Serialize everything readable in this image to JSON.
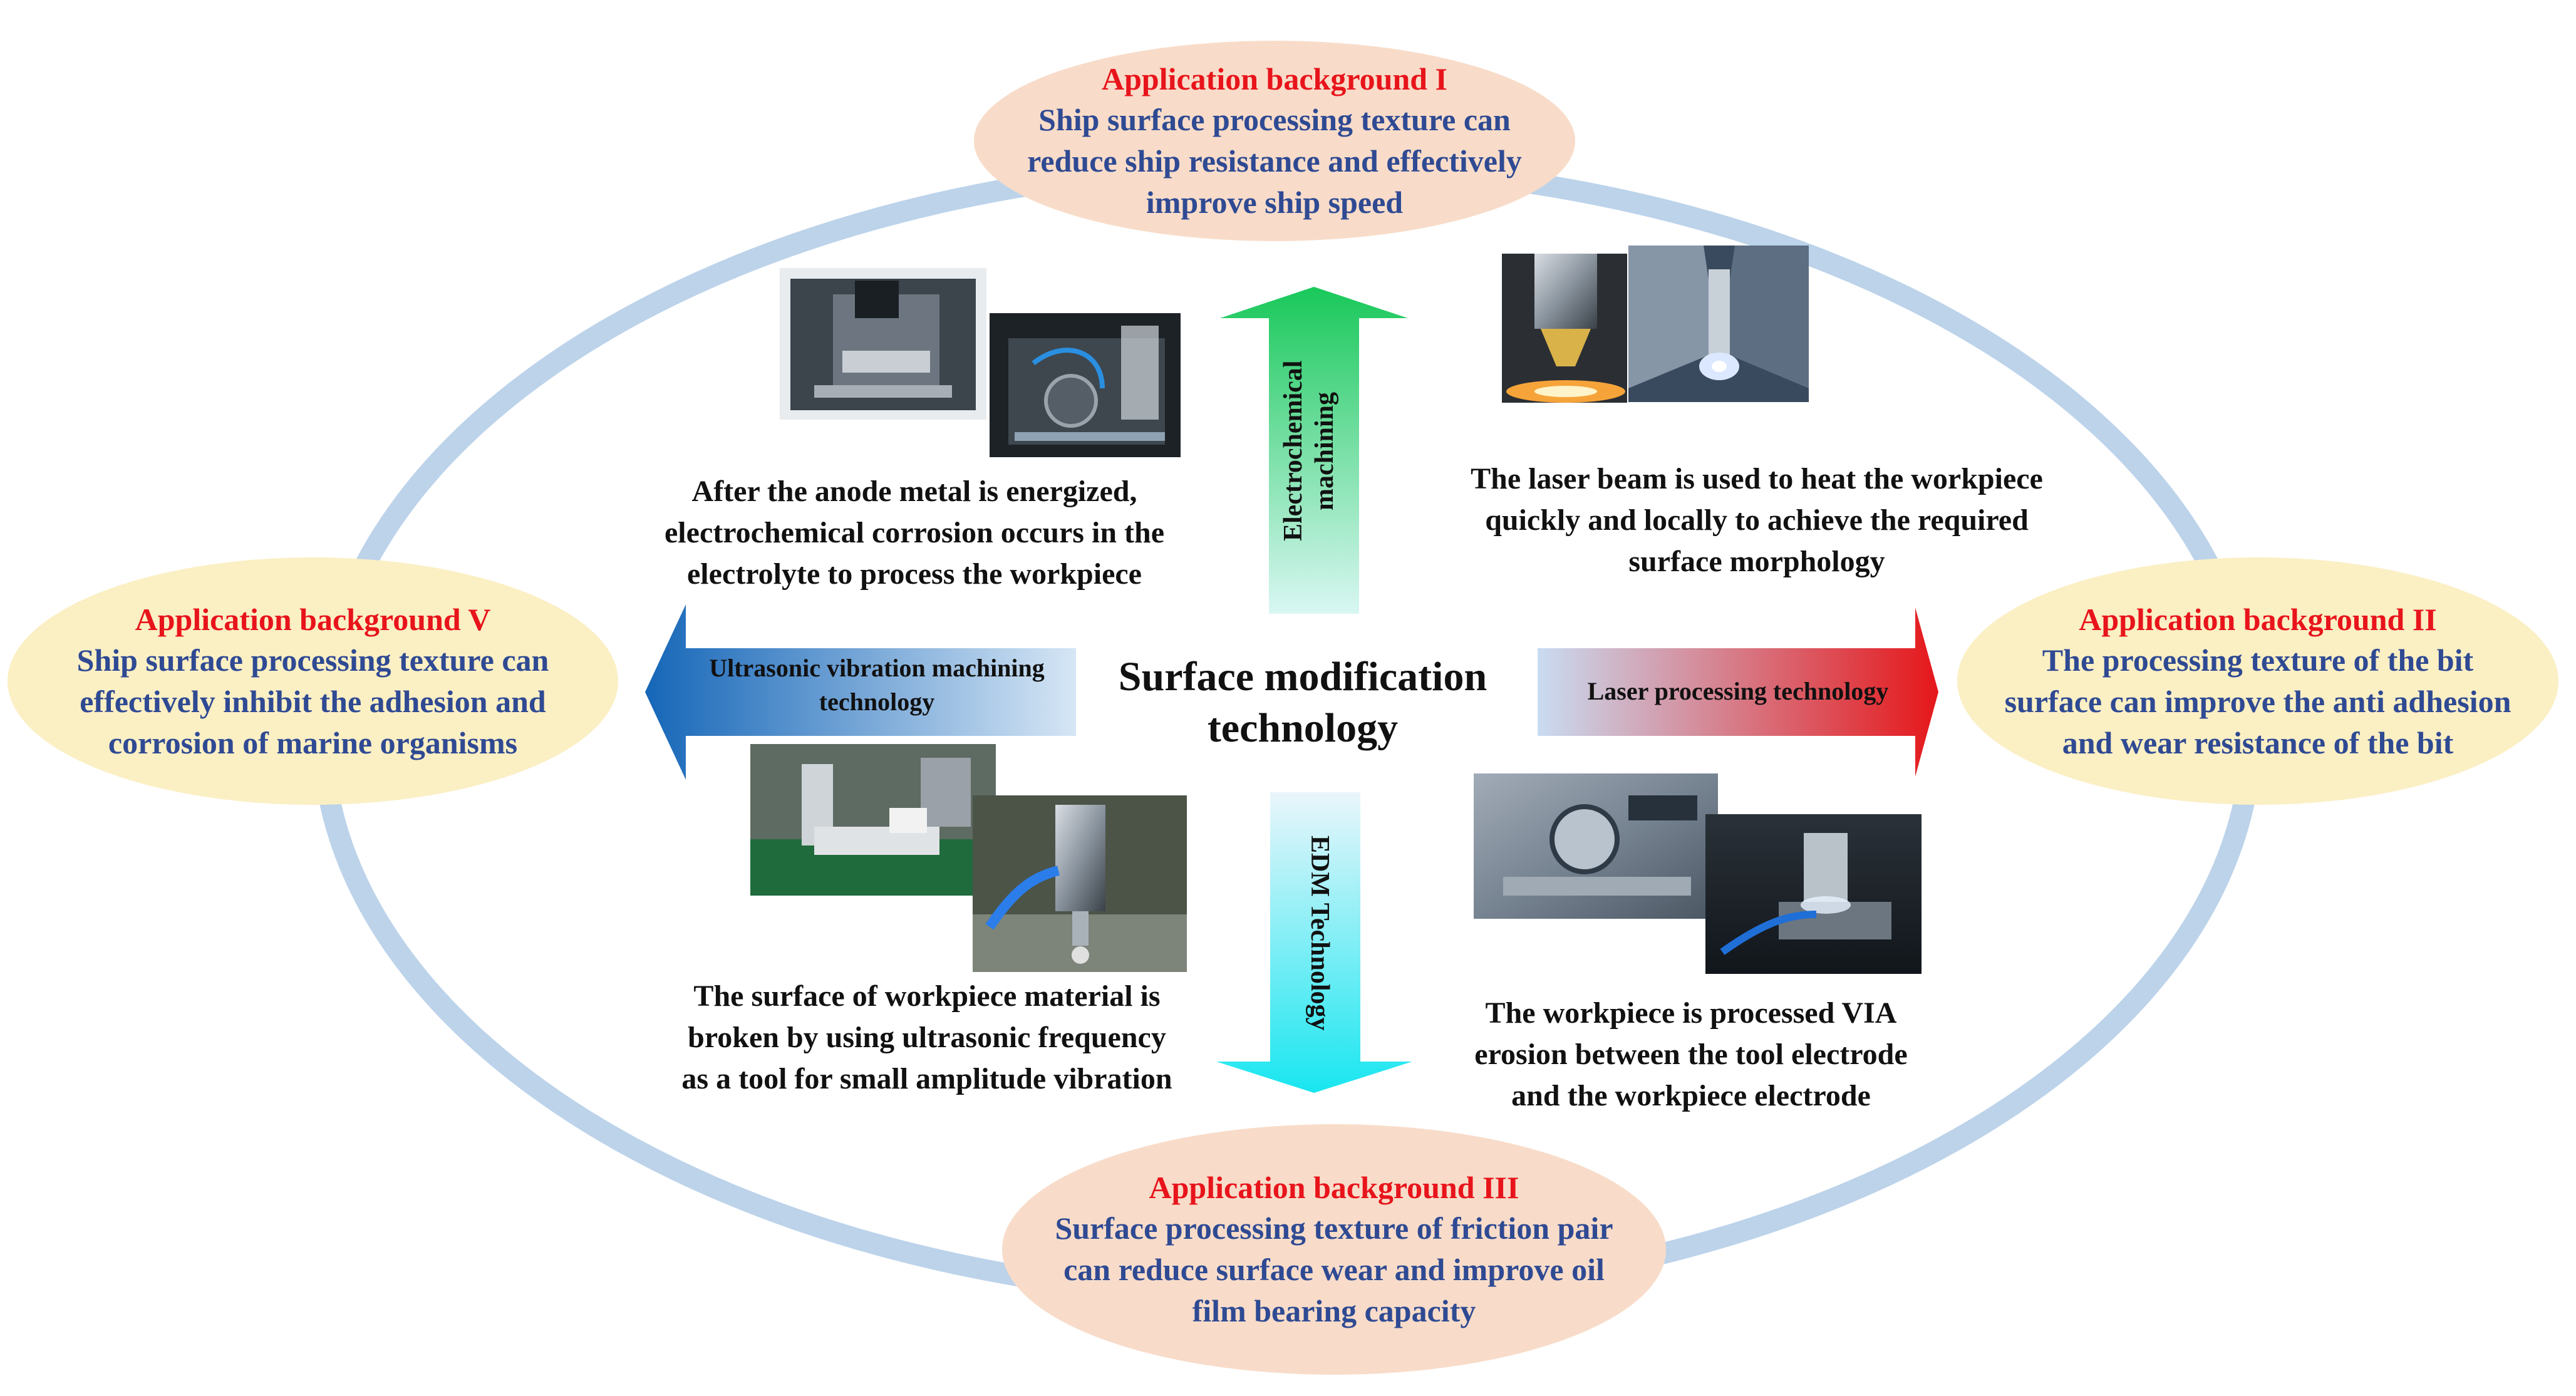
{
  "center": {
    "line1": "Surface modification",
    "line2": "technology"
  },
  "backgrounds": {
    "top": {
      "title": "Application background I",
      "lines": [
        "Ship surface processing texture can",
        "reduce ship resistance and effectively",
        "improve ship speed"
      ]
    },
    "right": {
      "title": "Application background II",
      "lines": [
        "The processing texture of the bit",
        "surface can improve the anti adhesion",
        "and wear resistance of the bit"
      ]
    },
    "bottom": {
      "title": "Application background III",
      "lines": [
        "Surface processing texture of friction pair",
        "can reduce surface wear and improve oil",
        "film bearing capacity"
      ]
    },
    "left": {
      "title": "Application background V",
      "lines": [
        "Ship surface processing texture can",
        "effectively inhibit the adhesion and",
        "corrosion of marine organisms"
      ]
    }
  },
  "arrows": {
    "up": {
      "label": "Electrochemical machining",
      "colors": [
        "#19c85a",
        "#d9f7f3"
      ]
    },
    "right": {
      "label": "Laser processing technology",
      "colors": [
        "#c9dcf2",
        "#e5171a"
      ]
    },
    "down": {
      "label": "EDM Technology",
      "colors": [
        "#eaf6fb",
        "#18e6f0"
      ]
    },
    "left": {
      "label_line1": "Ultrasonic vibration machining",
      "label_line2": "technology",
      "colors": [
        "#1566b8",
        "#d6e6f5"
      ]
    }
  },
  "descriptions": {
    "electrochemical": [
      "After the anode metal is energized,",
      "electrochemical corrosion occurs in the",
      "electrolyte to process the workpiece"
    ],
    "laser": [
      "The laser beam is used to heat the workpiece",
      "quickly and locally to achieve the required",
      "surface morphology"
    ],
    "ultrasonic": [
      "The surface of workpiece material is",
      "broken by using ultrasonic frequency",
      "as a tool for small amplitude vibration"
    ],
    "edm": [
      "The workpiece is processed VIA",
      "erosion between the tool electrode",
      "and the workpiece electrode"
    ]
  },
  "colors": {
    "ring": "#bcd3ea",
    "title_red": "#e8141b",
    "text_blue": "#2f4a93",
    "peach": "#f8dcc9",
    "cream": "#fbefc4"
  }
}
